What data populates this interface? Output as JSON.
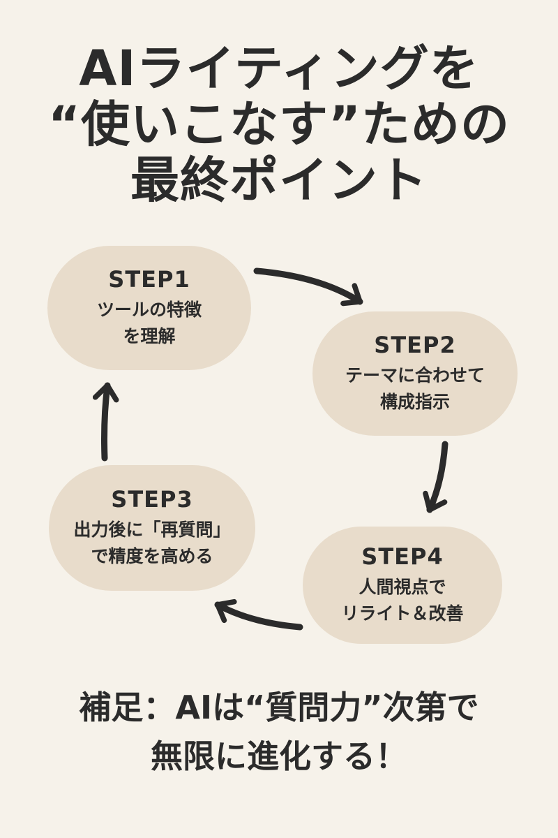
{
  "title": {
    "line1": "AIライティングを",
    "line2": "“使いこなす”ための",
    "line3": "最終ポイント"
  },
  "steps": [
    {
      "id": "step1",
      "label": "STEP1",
      "lines": [
        "ツールの特徴",
        "を理解"
      ]
    },
    {
      "id": "step2",
      "label": "STEP2",
      "lines": [
        "テーマに合わせて",
        "構成指示"
      ]
    },
    {
      "id": "step3",
      "label": "STEP3",
      "lines": [
        "出力後に「再質問」",
        "で精度を高める"
      ]
    },
    {
      "id": "step4",
      "label": "STEP4",
      "lines": [
        "人間視点で",
        "リライト＆改善"
      ]
    }
  ],
  "note": {
    "line1": "補足：AIは“質問力”次第で",
    "line2": "無限に進化する！"
  },
  "colors": {
    "background": "#f6f2ea",
    "step_fill": "#e8dccb",
    "text": "#2b2b2b"
  }
}
